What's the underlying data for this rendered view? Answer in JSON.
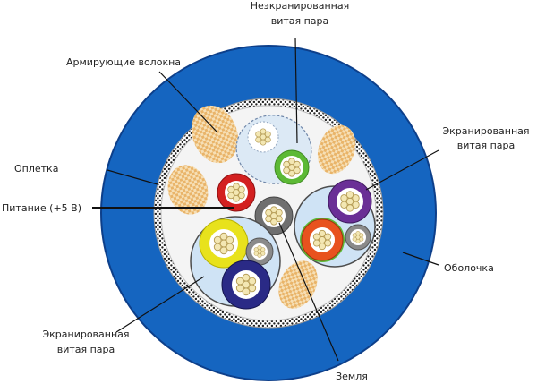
{
  "labels": {
    "unshielded_line1": "Неэкранированная",
    "unshielded_line2": "витая пара",
    "aramid": "Армирующие волокна",
    "braid": "Оплетка",
    "power": "Питание (+5 В)",
    "shielded_right_line1": "Экранированная",
    "shielded_right_line2": "витая пара",
    "jacket": "Оболочка",
    "shielded_left_line1": "Экранированная",
    "shielded_left_line2": "витая пара",
    "ground": "Земля"
  },
  "colors": {
    "jacket": "#1565c0",
    "jacket_edge": "#0d3f8a",
    "fill": "#f4f4f4",
    "shield": "#cfe3f5",
    "aramid": "#f4c98b",
    "conductor_red": "#d32020",
    "conductor_green": "#5cb935",
    "conductor_yellow": "#e8e21c",
    "conductor_navy": "#2a2a86",
    "conductor_purple": "#6a2f96",
    "conductor_orange": "#e8521e",
    "conductor_gray": "#6f6f6f",
    "strand": "#f3e7b3"
  }
}
